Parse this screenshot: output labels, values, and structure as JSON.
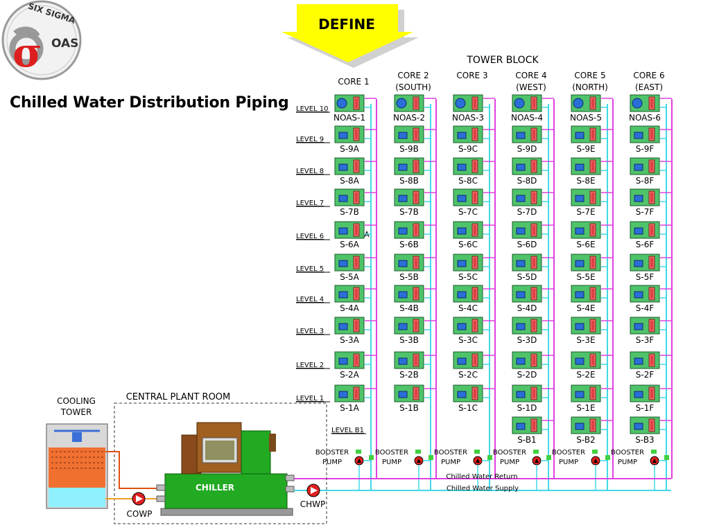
{
  "banner": {
    "label": "DEFINE"
  },
  "logo": {
    "top_text": "SIX SIGMA",
    "bottom_text": "OAS"
  },
  "title": "Chilled Water Distribution Piping",
  "tower_block_label": "TOWER BLOCK",
  "central_plant_label": "CENTRAL PLANT ROOM",
  "cooling_tower_label": [
    "COOLING",
    "TOWER"
  ],
  "chiller_label": "CHILLER",
  "cowp_label": "COWP",
  "chwp_label": "CHWP",
  "return_label": "Chilled Water Return",
  "supply_label": "Chilled Water Supply",
  "booster_label": [
    "BOOSTER",
    "PUMP"
  ],
  "stray_label": "S-7A",
  "levels": [
    {
      "name": "LEVEL 10"
    },
    {
      "name": "LEVEL 9"
    },
    {
      "name": "LEVEL 8"
    },
    {
      "name": "LEVEL 7"
    },
    {
      "name": "LEVEL 6"
    },
    {
      "name": "LEVEL 5"
    },
    {
      "name": "LEVEL 4"
    },
    {
      "name": "LEVEL 3"
    },
    {
      "name": "LEVEL 2"
    },
    {
      "name": "LEVEL 1"
    },
    {
      "name": "LEVEL B1"
    }
  ],
  "cores": [
    {
      "title": [
        "CORE 1"
      ],
      "units": [
        "NOAS-1",
        "S-9A",
        "S-8A",
        "S-7B",
        "S-6A",
        "S-5A",
        "S-4A",
        "S-3A",
        "S-2A",
        "S-1A",
        ""
      ]
    },
    {
      "title": [
        "CORE 2",
        "(SOUTH)"
      ],
      "units": [
        "NOAS-2",
        "S-9B",
        "S-8B",
        "S-7B",
        "S-6B",
        "S-5B",
        "S-4B",
        "S-3B",
        "S-2B",
        "S-1B",
        ""
      ]
    },
    {
      "title": [
        "CORE 3"
      ],
      "units": [
        "NOAS-3",
        "S-9C",
        "S-8C",
        "S-7C",
        "S-6C",
        "S-5C",
        "S-4C",
        "S-3C",
        "S-2C",
        "S-1C",
        ""
      ]
    },
    {
      "title": [
        "CORE 4",
        "(WEST)"
      ],
      "units": [
        "NOAS-4",
        "S-9D",
        "S-8D",
        "S-7D",
        "S-6D",
        "S-5D",
        "S-4D",
        "S-3D",
        "S-2D",
        "S-1D",
        "S-B1"
      ]
    },
    {
      "title": [
        "CORE 5",
        "(NORTH)"
      ],
      "units": [
        "NOAS-5",
        "S-9E",
        "S-8E",
        "S-7E",
        "S-6E",
        "S-5E",
        "S-4E",
        "S-3E",
        "S-2E",
        "S-1E",
        "S-B2"
      ]
    },
    {
      "title": [
        "CORE 6",
        "(EAST)"
      ],
      "units": [
        "NOAS-6",
        "S-9F",
        "S-8F",
        "S-7F",
        "S-6F",
        "S-5F",
        "S-4F",
        "S-3F",
        "S-2F",
        "S-1F",
        "S-B3"
      ]
    }
  ],
  "colors": {
    "return_pipe": "#e040e0",
    "supply_pipe": "#40d8e8",
    "unit_fill": "#4fc36a",
    "fan_blue": "#2a6fd8",
    "coil_red": "#e04040",
    "banner_yellow": "#ffff00",
    "condenser_orange": "#f07030",
    "chiller_green": "#22aa22"
  }
}
